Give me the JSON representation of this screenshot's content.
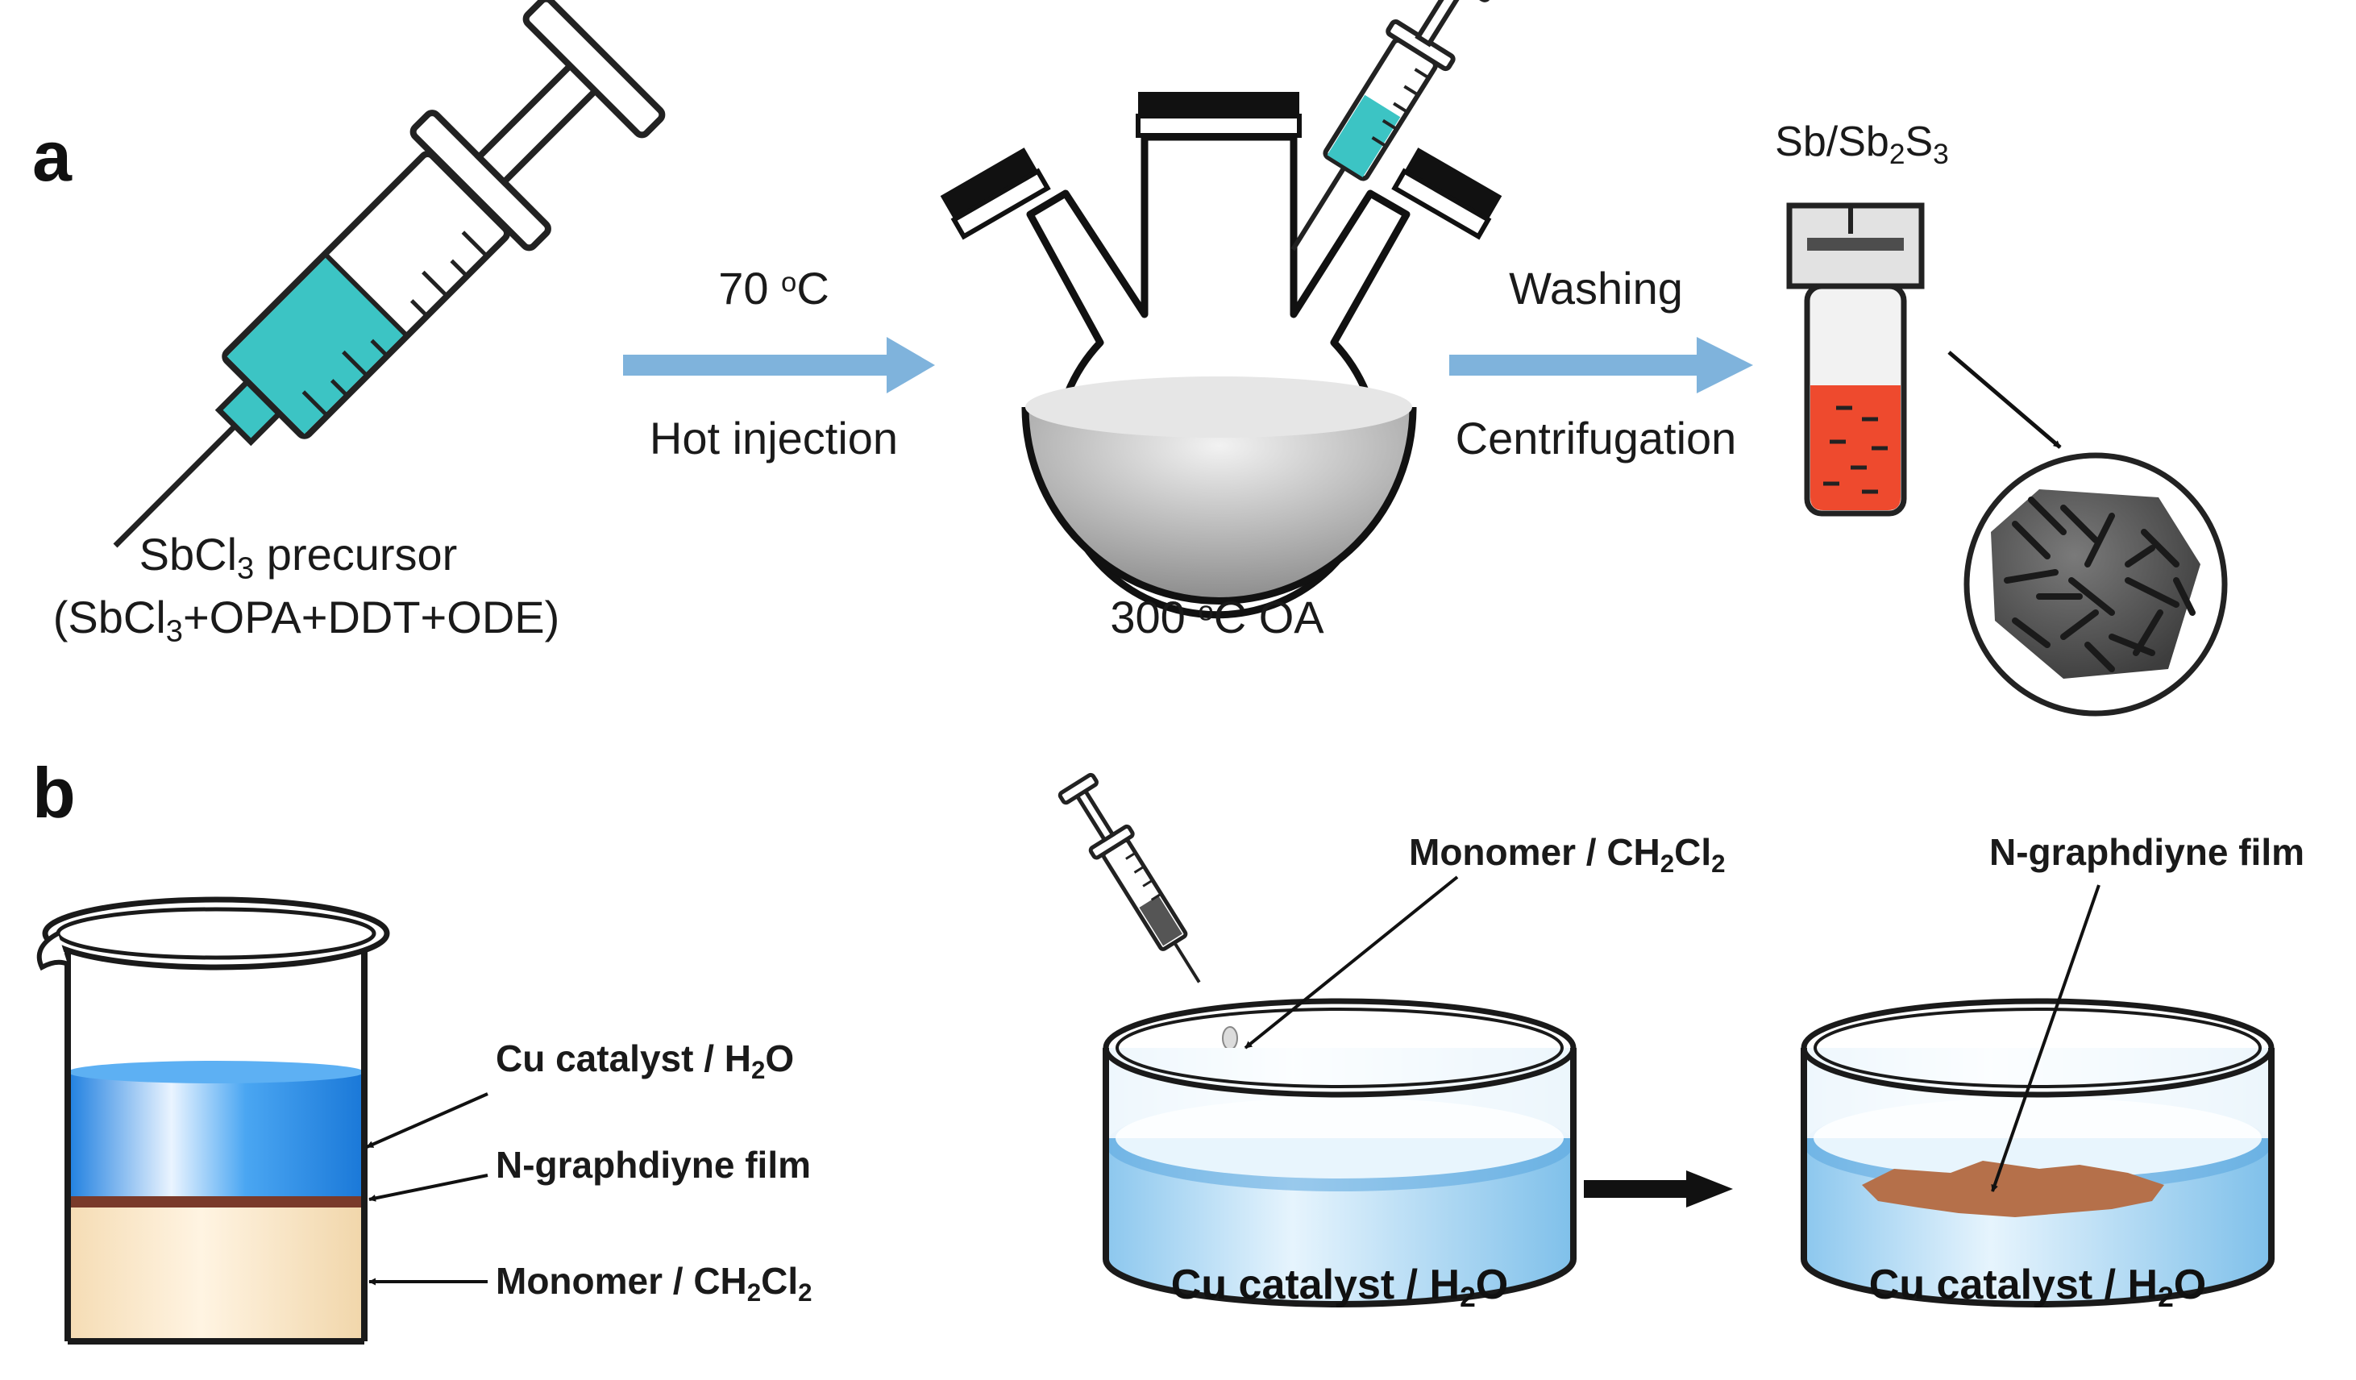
{
  "panel_a": {
    "label": "a",
    "syringe_caption": {
      "line1_pre": "SbCl",
      "line1_sub": "3",
      "line1_post": " precursor",
      "line2_pre": "(SbCl",
      "line2_sub": "3",
      "line2_post": "+OPA+DDT+ODE)"
    },
    "arrow1": {
      "top_num": "70 ",
      "top_sup": "o",
      "top_unit": "C",
      "bottom": "Hot injection"
    },
    "flask_caption": {
      "num": "300 ",
      "sup": "o",
      "rest": "C OA"
    },
    "arrow2": {
      "top": "Washing",
      "bottom": "Centrifugation"
    },
    "product": {
      "pre": "Sb/Sb",
      "sub1": "2",
      "mid": "S",
      "sub2": "3"
    }
  },
  "panel_b": {
    "label": "b",
    "beaker_labels": {
      "cu": {
        "pre": "Cu catalyst / H",
        "sub": "2",
        "post": "O"
      },
      "film": "N-graphdiyne film",
      "monomer": {
        "pre": "Monomer / CH",
        "sub1": "2",
        "mid": "Cl",
        "sub2": "2"
      }
    },
    "dish1_top": {
      "pre": "Monomer / CH",
      "sub1": "2",
      "mid": "Cl",
      "sub2": "2"
    },
    "dish2_top": "N-graphdiyne film",
    "dish1_bottom": {
      "pre": "Cu catalyst / H",
      "sub": "2",
      "post": "O"
    },
    "dish2_bottom": {
      "pre": "Cu catalyst / H",
      "sub": "2",
      "post": "O"
    }
  },
  "colors": {
    "arrow_blue": "#7fb3dc",
    "teal_liquid": "#3cc4c4",
    "red_liquid": "#ee4a2e",
    "beaker_blue": "#2d8ee8",
    "beaker_cream": "#fbe8c8",
    "film_brown": "#b5704a",
    "dish_water": "#bfe0f6"
  }
}
